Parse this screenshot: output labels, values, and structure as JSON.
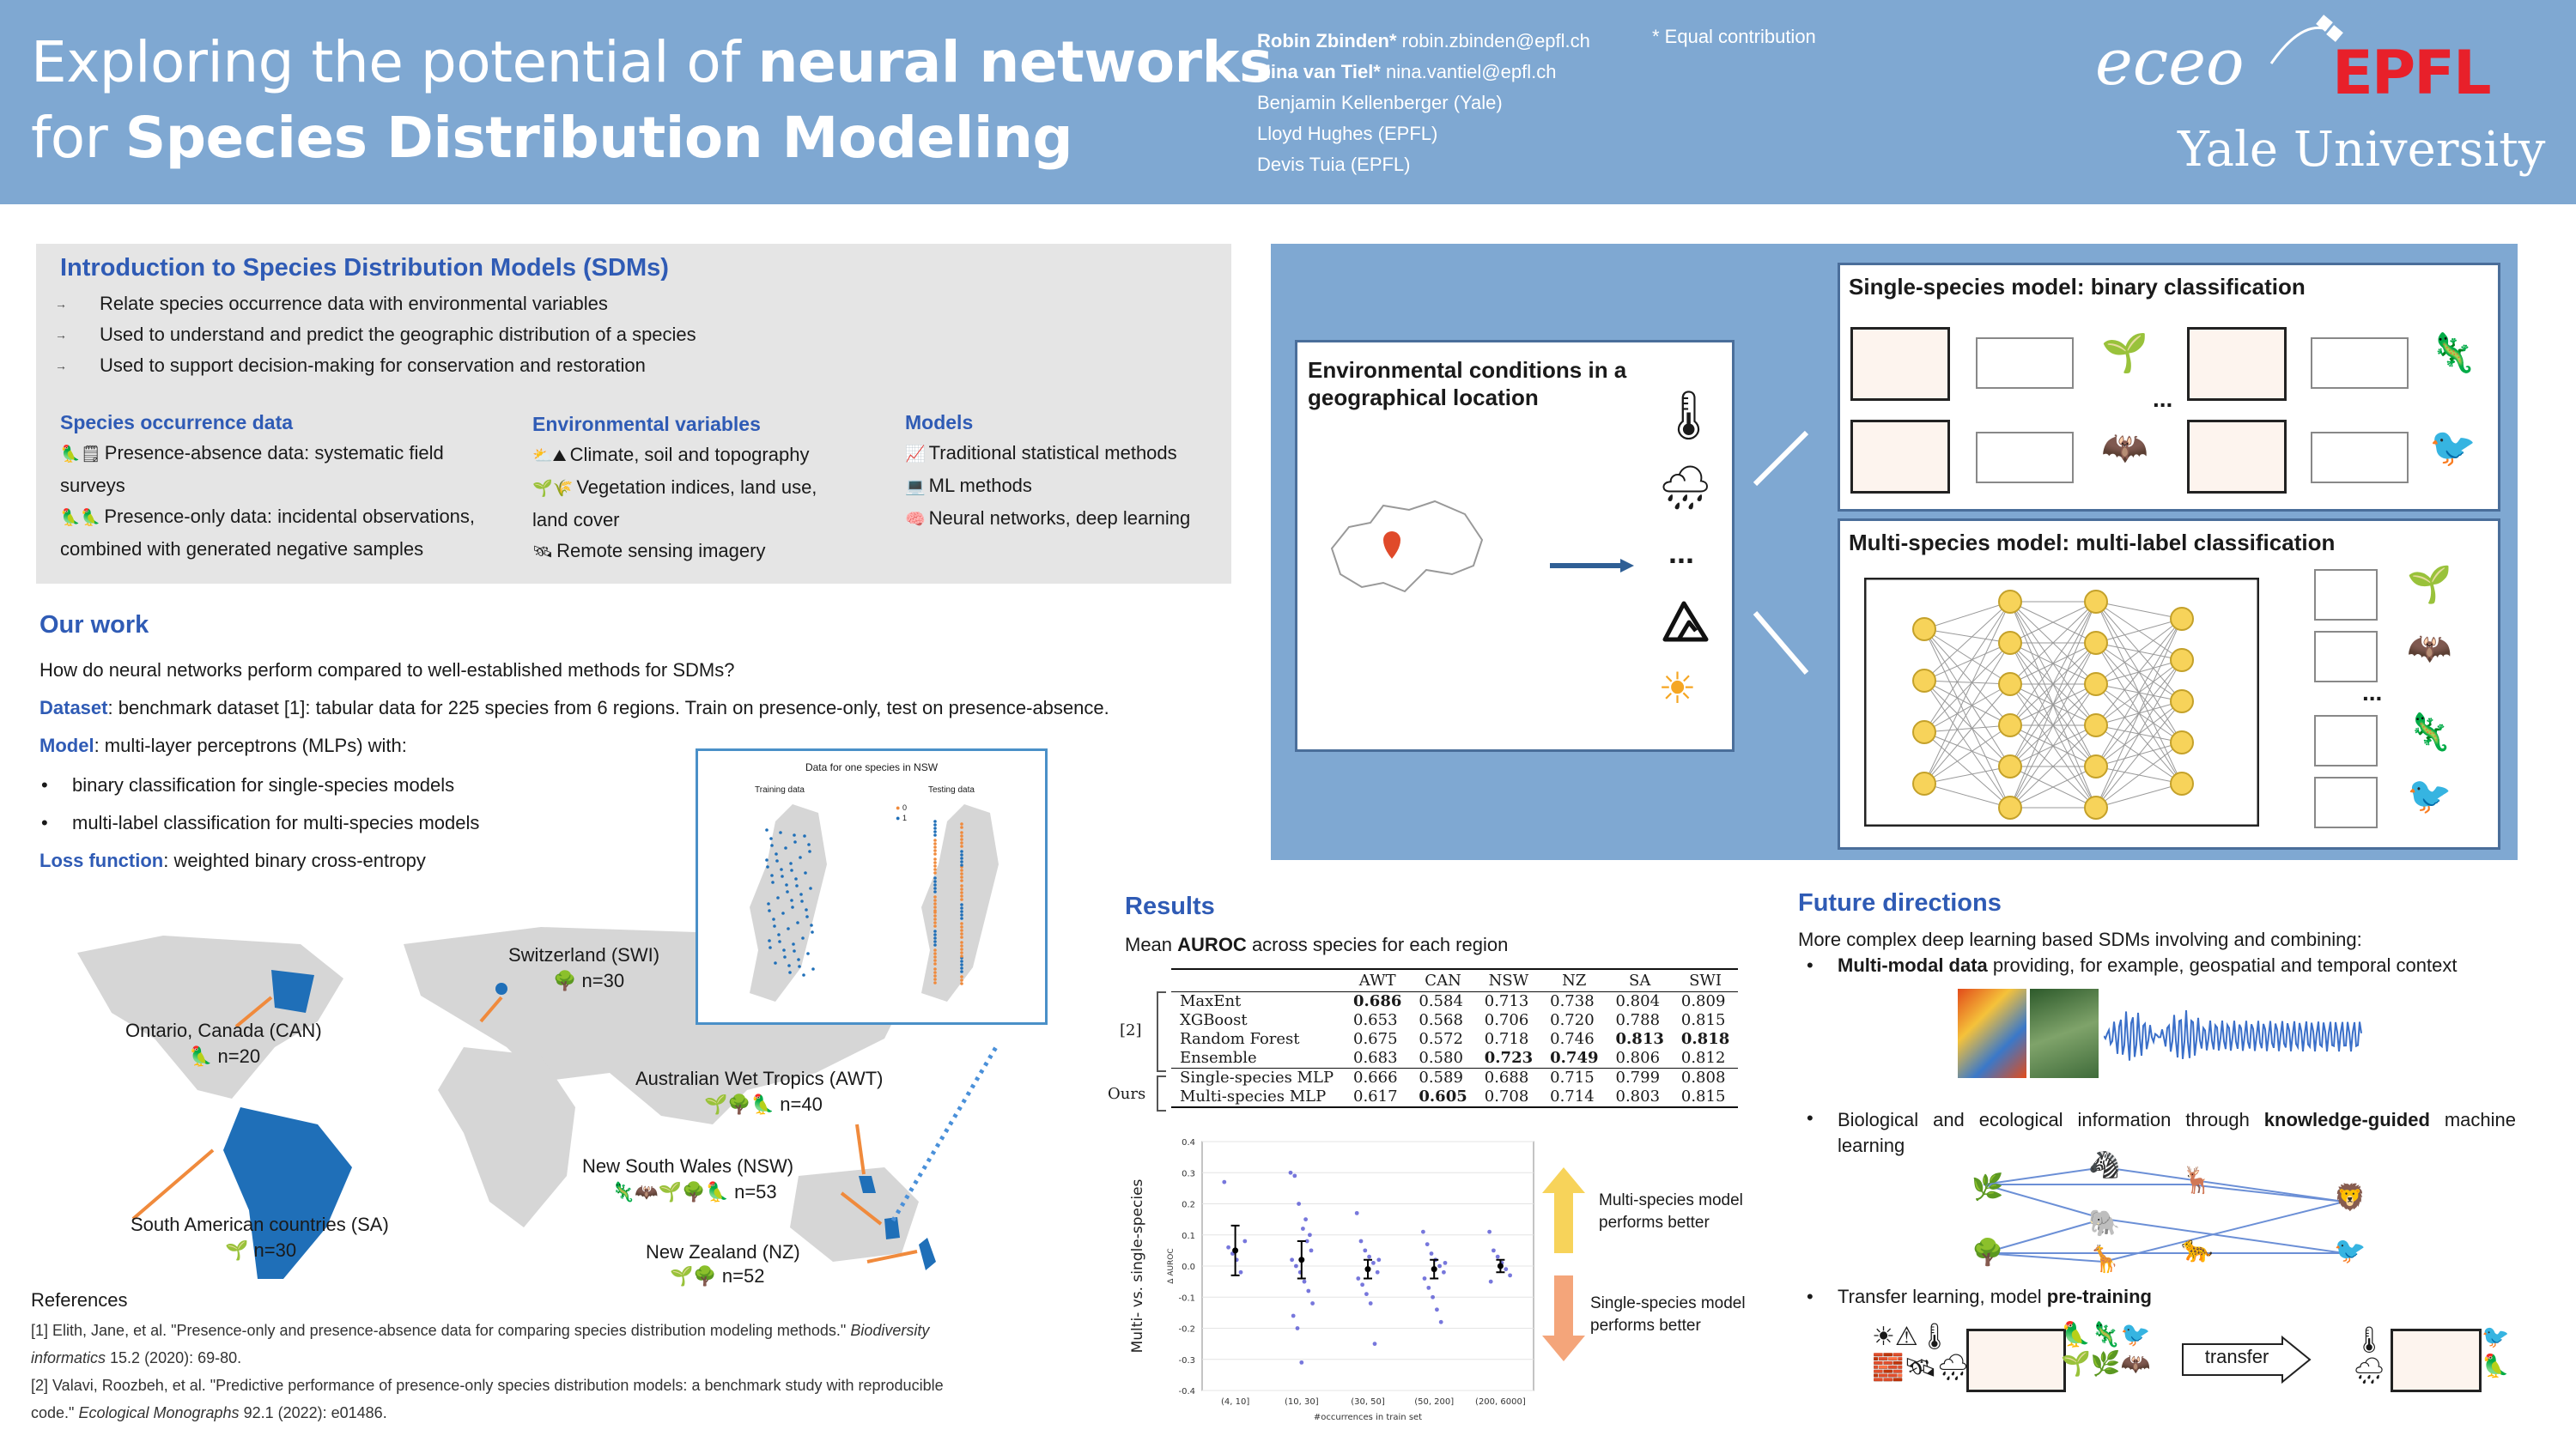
{
  "header": {
    "title_line1_a": "Exploring the potential of ",
    "title_line1_b": "neural networks",
    "title_line2_a": "for ",
    "title_line2_b": "Species Distribution Modeling",
    "authors": [
      {
        "name": "Robin Zbinden*",
        "detail": " robin.zbinden@epfl.ch"
      },
      {
        "name": "Nina van Tiel*",
        "detail": " nina.vantiel@epfl.ch"
      },
      {
        "name": "",
        "detail": "Benjamin Kellenberger (Yale)"
      },
      {
        "name": "",
        "detail": "Lloyd Hughes (EPFL)"
      },
      {
        "name": "",
        "detail": "Devis Tuia (EPFL)"
      }
    ],
    "equal_note": "* Equal contribution",
    "logos": {
      "eceo": "eceo",
      "epfl": "EPFL",
      "yale": "Yale University"
    }
  },
  "intro": {
    "title": "Introduction to Species Distribution Models (SDMs)",
    "bullets": [
      "Relate species occurrence data with environmental variables",
      "Used to understand and predict the geographic distribution of a species",
      "Used to support decision-making for conservation and restoration"
    ],
    "occurrence": {
      "title": "Species occurrence data",
      "line1": "Presence-absence data: systematic field",
      "line2": "surveys",
      "line3": "Presence-only data: incidental observations,",
      "line4": "combined with generated negative samples"
    },
    "environment": {
      "title": "Environmental variables",
      "line1": "Climate, soil and topography",
      "line2": "Vegetation indices, land use,",
      "line3": "land cover",
      "line4": "Remote sensing imagery"
    },
    "models": {
      "title": "Models",
      "line1": "Traditional statistical methods",
      "line2": "ML methods",
      "line3": "Neural networks, deep learning"
    }
  },
  "diagram": {
    "env_title_line1": "Environmental conditions in a",
    "env_title_line2": "geographical location",
    "ellipsis": "...",
    "single_title": "Single-species model: binary classification",
    "multi_title": "Multi-species model: multi-label classification"
  },
  "ourwork": {
    "title": "Our work",
    "question": "How do neural networks perform compared to well-established methods for SDMs?",
    "dataset_label": "Dataset",
    "dataset_text": ": benchmark dataset [1]: tabular data for 225 species from 6 regions. Train on presence-only, test on presence-absence.",
    "model_label": "Model",
    "model_text": ": multi-layer perceptrons (MLPs) with:",
    "model_bullets": [
      "binary classification for single-species models",
      "multi-label classification for multi-species models"
    ],
    "loss_label": "Loss function",
    "loss_text": ": weighted binary cross-entropy",
    "inset": {
      "title": "Data for one species in NSW",
      "train": "Training data",
      "test": "Testing data",
      "legend": [
        "0",
        "1"
      ]
    }
  },
  "map": {
    "regions": [
      {
        "name": "Switzerland (SWI)",
        "count": "n=30"
      },
      {
        "name": "Ontario, Canada (CAN)",
        "count": "n=20"
      },
      {
        "name": "Australian Wet Tropics (AWT)",
        "count": "n=40"
      },
      {
        "name": "New South Wales (NSW)",
        "count": "n=53"
      },
      {
        "name": "South American countries (SA)",
        "count": "n=30"
      },
      {
        "name": "New Zealand (NZ)",
        "count": "n=52"
      }
    ]
  },
  "references": {
    "title": "References",
    "ref1_a": "[1] Elith, Jane, et al. \"Presence-only and presence-absence data for comparing species distribution modeling methods.\" ",
    "ref1_b": "Biodiversity informatics",
    "ref1_c": " 15.2 (2020): 69-80.",
    "ref2_a": "[2] Valavi, Roozbeh, et al. \"Predictive performance of presence-only species distribution models: a benchmark study with reproducible code.\" ",
    "ref2_b": "Ecological Monographs",
    "ref2_c": " 92.1 (2022): e01486."
  },
  "results": {
    "title": "Results",
    "subtitle_a": "Mean ",
    "subtitle_b": "AUROC",
    "subtitle_c": " across species for each region",
    "group_ref": "[2]",
    "group_ours": "Ours",
    "columns": [
      "AWT",
      "CAN",
      "NSW",
      "NZ",
      "SA",
      "SWI"
    ],
    "rows": [
      {
        "model": "MaxEnt",
        "values": [
          "0.686",
          "0.584",
          "0.713",
          "0.738",
          "0.804",
          "0.809"
        ],
        "bold": [
          0
        ]
      },
      {
        "model": "XGBoost",
        "values": [
          "0.653",
          "0.568",
          "0.706",
          "0.720",
          "0.788",
          "0.815"
        ],
        "bold": []
      },
      {
        "model": "Random Forest",
        "values": [
          "0.675",
          "0.572",
          "0.718",
          "0.746",
          "0.813",
          "0.818"
        ],
        "bold": [
          4,
          5
        ]
      },
      {
        "model": "Ensemble",
        "values": [
          "0.683",
          "0.580",
          "0.723",
          "0.749",
          "0.806",
          "0.812"
        ],
        "bold": [
          2,
          3
        ]
      },
      {
        "model": "Single-species MLP",
        "values": [
          "0.666",
          "0.589",
          "0.688",
          "0.715",
          "0.799",
          "0.808"
        ],
        "bold": []
      },
      {
        "model": "Multi-species MLP",
        "values": [
          "0.617",
          "0.605",
          "0.708",
          "0.714",
          "0.803",
          "0.815"
        ],
        "bold": [
          1
        ]
      }
    ],
    "better_multi_1": "Multi-species model",
    "better_multi_2": "performs better",
    "better_single_1": "Single-species model",
    "better_single_2": "performs better"
  },
  "chart_data": {
    "type": "scatter",
    "title": "",
    "ylabel": "Multi- vs. single-species",
    "ylabel_small": "Δ AUROC",
    "xlabel": "#occurrences in train set",
    "categories": [
      "(4, 10]",
      "(10, 30]",
      "(30, 50]",
      "(50, 200]",
      "(200, 6000]"
    ],
    "ylim": [
      -0.4,
      0.4
    ],
    "yticks": [
      "0.4",
      "0.3",
      "0.2",
      "0.1",
      "0.0",
      "-0.1",
      "-0.2",
      "-0.3",
      "-0.4"
    ],
    "mean": [
      0.05,
      0.02,
      -0.01,
      -0.01,
      0.0
    ],
    "err": [
      0.08,
      0.06,
      0.03,
      0.03,
      0.02
    ],
    "points": [
      [
        0.27,
        0.06,
        0.04,
        0.02,
        -0.02,
        0.08
      ],
      [
        0.3,
        0.29,
        0.2,
        0.12,
        0.08,
        0.05,
        0.02,
        0.0,
        -0.02,
        -0.05,
        -0.08,
        -0.12,
        -0.16,
        -0.2,
        -0.31,
        0.15,
        0.1
      ],
      [
        0.17,
        0.08,
        0.05,
        0.03,
        0.01,
        -0.02,
        -0.04,
        -0.06,
        -0.09,
        -0.12,
        -0.25,
        0.02
      ],
      [
        0.11,
        0.07,
        0.04,
        0.02,
        0.0,
        -0.02,
        -0.04,
        -0.07,
        -0.1,
        -0.14,
        -0.18,
        0.01
      ],
      [
        0.11,
        0.05,
        0.03,
        0.01,
        -0.01,
        -0.03,
        -0.05
      ]
    ]
  },
  "future": {
    "title": "Future directions",
    "intro": "More complex deep learning based SDMs involving and combining:",
    "item1_b": "Multi-modal data",
    "item1_t": " providing, for example, geospatial and temporal context",
    "item2_a": "Biological and ecological information through ",
    "item2_b": "knowledge-guided",
    "item2_c": " machine",
    "item2_d": "learning",
    "item3_a": "Transfer learning, model ",
    "item3_b": "pre-training",
    "transfer": "transfer"
  }
}
